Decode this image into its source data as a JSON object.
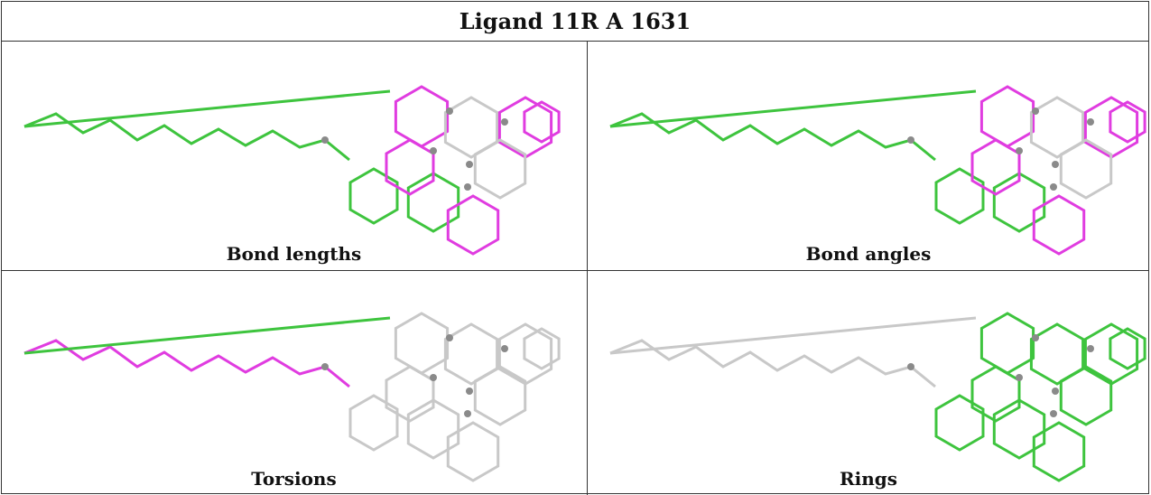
{
  "title": "Ligand 11R A 1631",
  "colors": {
    "green": "#3ec43e",
    "magenta": "#e03ce0",
    "grey": "#c8c8c8",
    "atom": "#8a8a8a",
    "border": "#333333"
  },
  "panels": [
    {
      "id": "bond-lengths",
      "caption": "Bond lengths",
      "coloring": {
        "chain": "green",
        "tail": "green",
        "ring_a": "green",
        "ring_b": "green",
        "ring_c": "magenta",
        "ring_d": "magenta",
        "ring_e": "grey",
        "ring_f": "magenta",
        "ring_g": "magenta",
        "ring_h": "grey",
        "ring_i": "magenta"
      }
    },
    {
      "id": "bond-angles",
      "caption": "Bond angles",
      "coloring": {
        "chain": "green",
        "tail": "green",
        "ring_a": "green",
        "ring_b": "green",
        "ring_c": "magenta",
        "ring_d": "magenta",
        "ring_e": "grey",
        "ring_f": "magenta",
        "ring_g": "magenta",
        "ring_h": "grey",
        "ring_i": "magenta"
      }
    },
    {
      "id": "torsions",
      "caption": "Torsions",
      "coloring": {
        "chain": "magenta",
        "tail": "green",
        "ring_a": "grey",
        "ring_b": "grey",
        "ring_c": "grey",
        "ring_d": "grey",
        "ring_e": "grey",
        "ring_f": "grey",
        "ring_g": "grey",
        "ring_h": "grey",
        "ring_i": "grey"
      }
    },
    {
      "id": "rings",
      "caption": "Rings",
      "coloring": {
        "chain": "grey",
        "tail": "grey",
        "ring_a": "green",
        "ring_b": "green",
        "ring_c": "green",
        "ring_d": "green",
        "ring_e": "green",
        "ring_f": "green",
        "ring_g": "green",
        "ring_h": "green",
        "ring_i": "green"
      }
    }
  ]
}
